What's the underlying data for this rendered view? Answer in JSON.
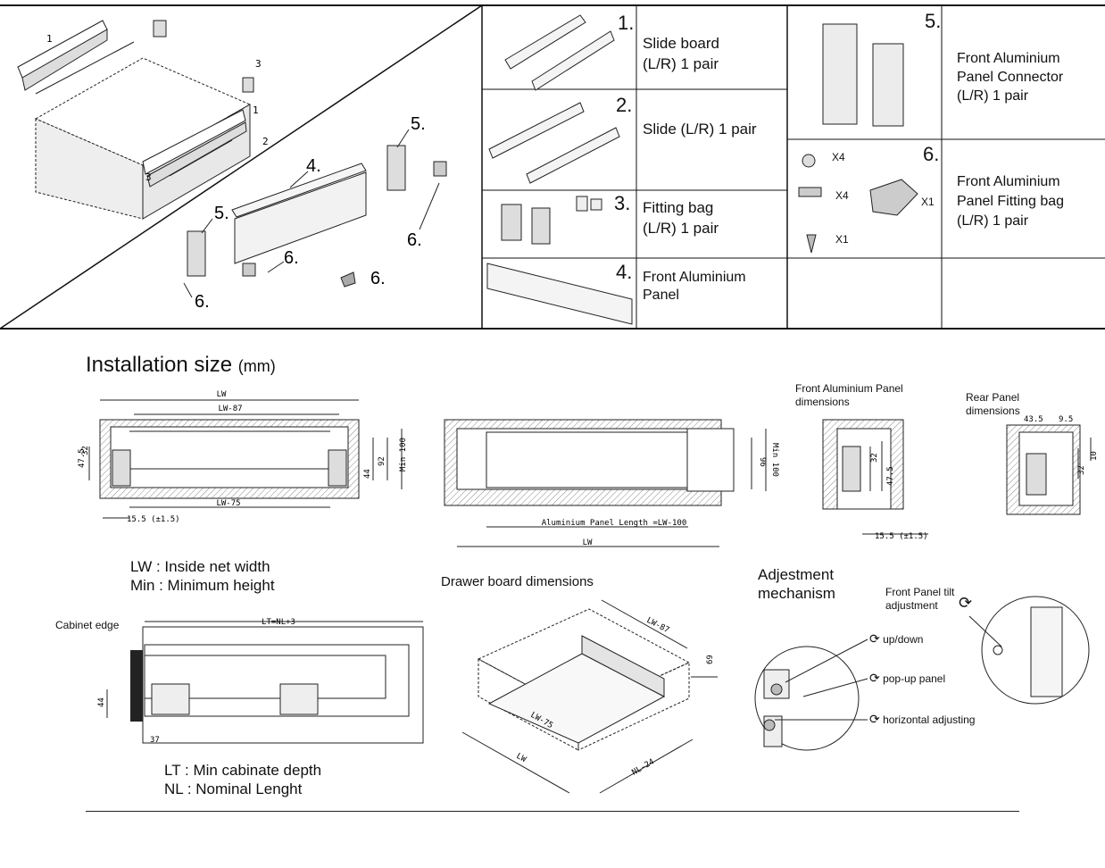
{
  "parts_table": {
    "explode_labels": [
      "1",
      "1",
      "2",
      "3",
      "3",
      "4.",
      "5.",
      "5.",
      "6.",
      "6.",
      "6.",
      "6."
    ],
    "cells": [
      {
        "num": "1.",
        "label_lines": [
          "Slide board",
          "(L/R) 1 pair"
        ]
      },
      {
        "num": "2.",
        "label_lines": [
          "Slide (L/R) 1 pair"
        ]
      },
      {
        "num": "3.",
        "label_lines": [
          "Fitting bag",
          "(L/R) 1 pair"
        ]
      },
      {
        "num": "4.",
        "label_lines": [
          "Front Aluminium",
          "Panel"
        ]
      },
      {
        "num": "5.",
        "label_lines": [
          "Front Aluminium",
          "Panel Connector",
          "(L/R) 1 pair"
        ]
      },
      {
        "num": "6.",
        "label_lines": [
          "Front Aluminium",
          "Panel Fitting bag",
          "(L/R) 1 pair"
        ]
      }
    ],
    "fitting_counts": [
      "X4",
      "X4",
      "X1",
      "X1"
    ]
  },
  "installation": {
    "title": "Installation size",
    "unit": "(mm)",
    "front_view": {
      "dims": [
        "LW",
        "LW-87",
        "LW-75",
        "15.5 (±1.5)",
        "47.5",
        "32",
        "44",
        "92",
        "Min 100"
      ]
    },
    "panel_view": {
      "dims": [
        "Aluminium Panel Length =LW-100",
        "LW",
        "96",
        "Min 100"
      ]
    },
    "front_panel_dims": {
      "title_lines": [
        "Front Aluminium Panel",
        "dimensions"
      ],
      "dims": [
        "32",
        "47.5",
        "15.5 (±1.5)"
      ]
    },
    "rear_panel_dims": {
      "title_lines": [
        "Rear Panel",
        "dimensions"
      ],
      "dims": [
        "43.5",
        "9.5",
        "32",
        "10"
      ]
    },
    "legend1": [
      "LW : Inside net width",
      "Min : Minimum height"
    ],
    "side_view": {
      "cabinet_edge": "Cabinet edge",
      "dims": [
        "LT=NL+3",
        "44",
        "37"
      ]
    },
    "legend2": [
      "LT : Min cabinate depth",
      "NL : Nominal Lenght"
    ],
    "drawer_board": {
      "title": "Drawer board dimensions",
      "dims": [
        "LW-87",
        "69",
        "LW-75",
        "LW",
        "NL-24"
      ]
    },
    "adjustment": {
      "title_lines": [
        "Adjestment",
        "mechanism"
      ],
      "tilt_label_lines": [
        "Front Panel tilt",
        "adjustment"
      ],
      "items": [
        "up/down",
        "pop-up panel",
        "horizontal adjusting"
      ]
    }
  },
  "colors": {
    "line": "#111111",
    "hatch": "#999999",
    "panel_fill": "#f2f2f2"
  }
}
